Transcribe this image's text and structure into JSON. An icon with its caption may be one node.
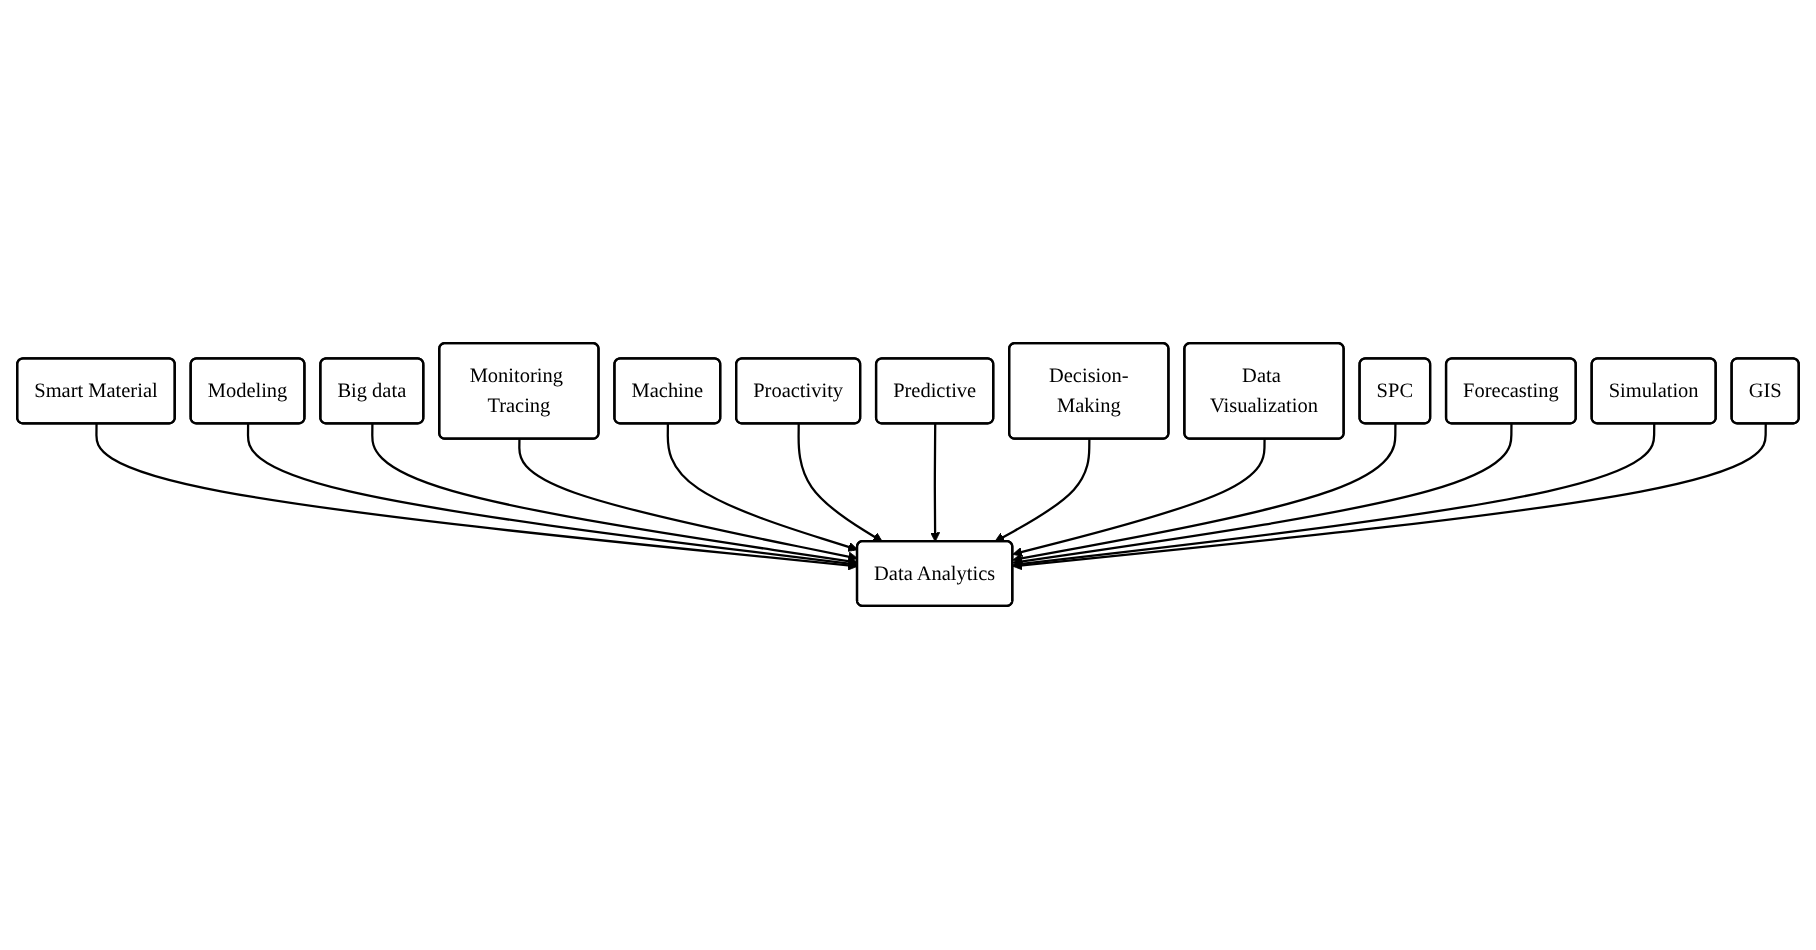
{
  "diagram": {
    "nodes": [
      {
        "text": [
          "Smart Material"
        ]
      },
      {
        "text": [
          "Modeling"
        ]
      },
      {
        "text": [
          "Big data"
        ]
      },
      {
        "text": [
          "Monitoring Tracing"
        ]
      },
      {
        "text": [
          "Machine"
        ]
      },
      {
        "text": [
          "Proactivity"
        ]
      },
      {
        "text": [
          "Data Analytics"
        ]
      },
      {
        "text": [
          "Predictive"
        ]
      },
      {
        "text": [
          "Decision-Making"
        ]
      },
      {
        "text": [
          "Data Visualization"
        ]
      },
      {
        "text": [
          "SPC"
        ]
      },
      {
        "text": [
          "Forecasting"
        ]
      },
      {
        "text": [
          "Simulation"
        ]
      },
      {
        "text": [
          "GIS"
        ]
      }
    ],
    "edges": [
      {
        "from": 0,
        "to": 6,
        "arrow": "to"
      },
      {
        "from": 1,
        "to": 6,
        "arrow": "to"
      },
      {
        "from": 2,
        "to": 6,
        "arrow": "to"
      },
      {
        "from": 3,
        "to": 6,
        "arrow": "to"
      },
      {
        "from": 4,
        "to": 6,
        "arrow": "to"
      },
      {
        "from": 5,
        "to": 6,
        "arrow": "to"
      },
      {
        "from": 7,
        "to": 6,
        "arrow": "to"
      },
      {
        "from": 8,
        "to": 6,
        "arrow": "to"
      },
      {
        "from": 9,
        "to": 6,
        "arrow": "to"
      },
      {
        "from": 10,
        "to": 6,
        "arrow": "to"
      },
      {
        "from": 11,
        "to": 6,
        "arrow": "to"
      },
      {
        "from": 12,
        "to": 6,
        "arrow": "to"
      },
      {
        "from": 13,
        "to": 6,
        "arrow": "to"
      }
    ]
  }
}
